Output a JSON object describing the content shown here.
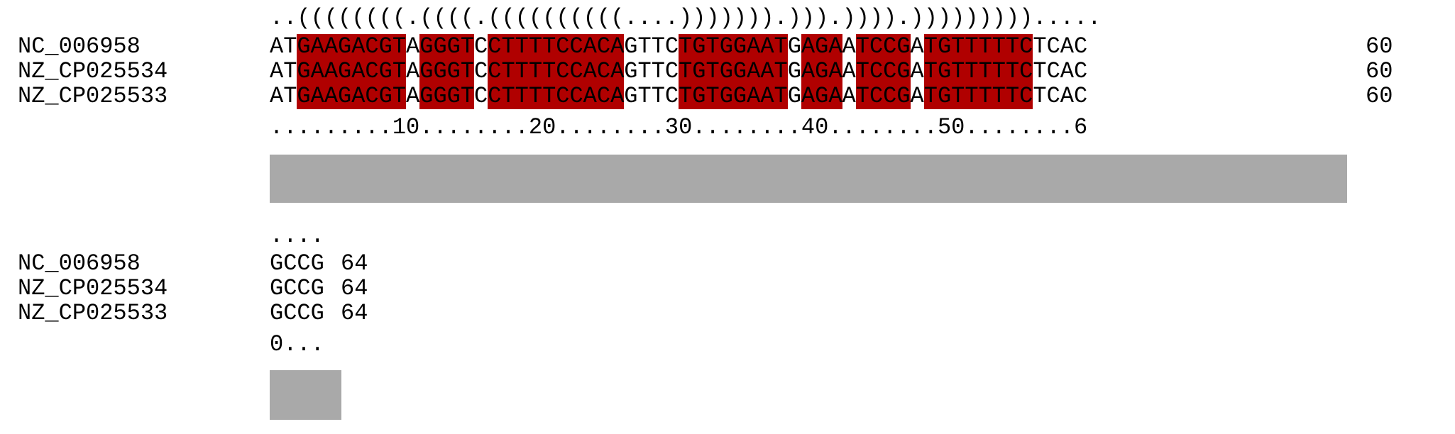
{
  "blocks": [
    {
      "structure": "..((((((((.((((.((((((((((....))))))).))).)))).))))))))).....",
      "rows": [
        {
          "name": "NC_006958",
          "sequence": "ATGAAGACGTAGGGTCCTTTTCCACAGTTCTGTGGAATGAGAATCCGATGTTTTTCTCAC",
          "end": "60"
        },
        {
          "name": "NZ_CP025534",
          "sequence": "ATGAAGACGTAGGGTCCTTTTCCACAGTTCTGTGGAATGAGAATCCGATGTTTTTCTCAC",
          "end": "60"
        },
        {
          "name": "NZ_CP025533",
          "sequence": "ATGAAGACGTAGGGTCCTTTTCCACAGTTCTGTGGAATGAGAATCCGATGTTTTTCTCAC",
          "end": "60"
        }
      ],
      "ruler": ".........10........20........30........40........50........6",
      "highlight_ranges": [
        [
          2,
          9
        ],
        [
          11,
          14
        ],
        [
          16,
          25
        ],
        [
          30,
          37
        ],
        [
          39,
          41
        ],
        [
          43,
          46
        ],
        [
          48,
          55
        ]
      ]
    },
    {
      "structure": "....",
      "rows": [
        {
          "name": "NC_006958",
          "sequence": "GCCG",
          "end": "64"
        },
        {
          "name": "NZ_CP025534",
          "sequence": "GCCG",
          "end": "64"
        },
        {
          "name": "NZ_CP025533",
          "sequence": "GCCG",
          "end": "64"
        }
      ],
      "ruler": "0...",
      "highlight_ranges": []
    }
  ],
  "colors": {
    "highlight": "#b00000",
    "conservation_bar": "#a9a9a9"
  }
}
